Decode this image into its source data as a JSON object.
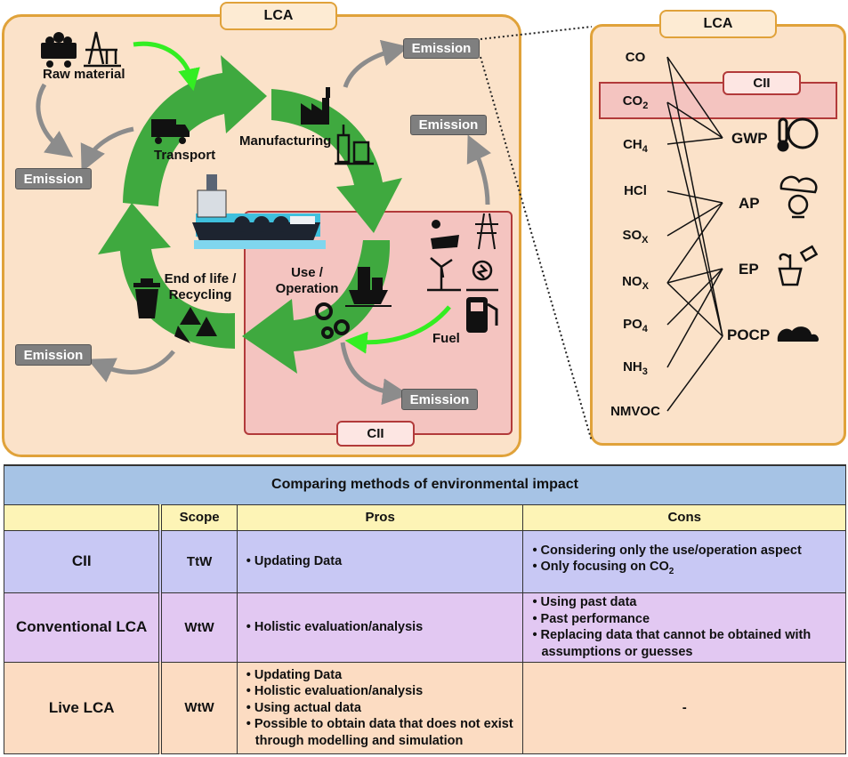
{
  "diagram": {
    "lca_title": "LCA",
    "cii_title": "CII",
    "emission_label": "Emission",
    "stages": {
      "raw_material": "Raw material",
      "transport": "Transport",
      "manufacturing": "Manufacturing",
      "use_operation_1": "Use /",
      "use_operation_2": "Operation",
      "end_of_life_1": "End of life /",
      "end_of_life_2": "Recycling",
      "fuel": "Fuel"
    },
    "side_panel": {
      "title": "LCA",
      "cii_label": "CII",
      "gases": [
        {
          "main": "CO",
          "sub": ""
        },
        {
          "main": "CO",
          "sub": "2"
        },
        {
          "main": "CH",
          "sub": "4"
        },
        {
          "main": "HCl",
          "sub": ""
        },
        {
          "main": "SO",
          "sub": "X"
        },
        {
          "main": "NO",
          "sub": "X"
        },
        {
          "main": "PO",
          "sub": "4"
        },
        {
          "main": "NH",
          "sub": "3"
        },
        {
          "main": "NMVOC",
          "sub": ""
        }
      ],
      "impacts": [
        "GWP",
        "AP",
        "EP",
        "POCP"
      ]
    },
    "colors": {
      "arrow_green": "#3fa93f",
      "bright_green": "#33ee22",
      "lca_fill": "#fbe2c9",
      "lca_border": "#e0a23a",
      "cii_fill": "#f4c4c0",
      "cii_border": "#b23a3a",
      "emission_fill": "#7f7f7f"
    },
    "icons": [
      "coal-cart-icon",
      "oil-rig-icon",
      "truck-icon",
      "factory-icon",
      "refinery-icon",
      "ship-icon",
      "trash-bin-icon",
      "recycle-icon",
      "solar-panel-icon",
      "power-tower-icon",
      "wind-turbine-icon",
      "gear-icon",
      "fuel-pump-icon",
      "cargo-ship-icon",
      "globe-thermometer-icon",
      "acid-cloud-icon",
      "plant-pot-icon",
      "smog-icon"
    ]
  },
  "table": {
    "title": "Comparing methods of environmental impact",
    "headers": [
      "",
      "Scope",
      "Pros",
      "Cons"
    ],
    "rows": [
      {
        "name": "CII",
        "scope": "TtW",
        "pros": [
          "Updating Data"
        ],
        "cons": [
          "Considering only the use/operation aspect",
          "Only focusing on CO"
        ],
        "cons_sub": "2"
      },
      {
        "name": "Conventional LCA",
        "scope": "WtW",
        "pros": [
          "Holistic evaluation/analysis"
        ],
        "cons": [
          "Using past data",
          "Past performance",
          "Replacing data that cannot be obtained with assumptions or guesses"
        ]
      },
      {
        "name": "Live LCA",
        "scope": "WtW",
        "pros": [
          "Updating Data",
          "Holistic evaluation/analysis",
          "Using actual data",
          "Possible to obtain data that does not exist through modelling and simulation"
        ],
        "cons": [
          "-"
        ]
      }
    ]
  }
}
